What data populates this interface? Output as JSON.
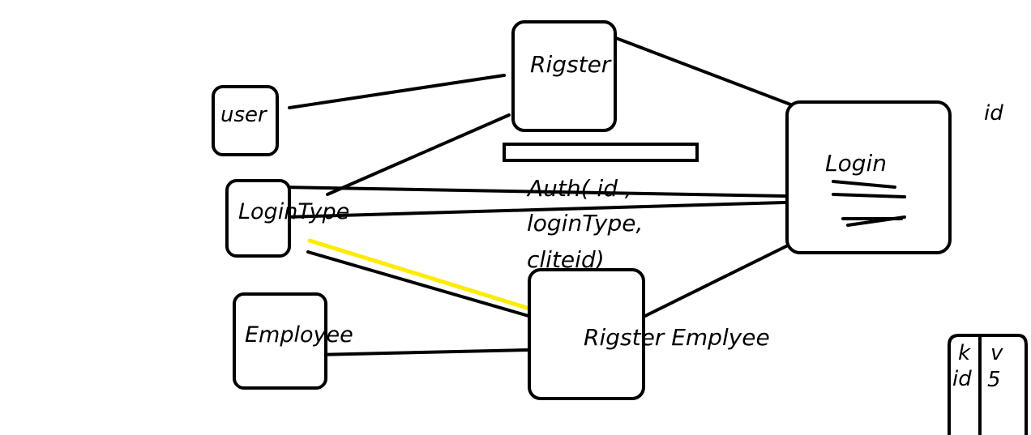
{
  "diagram": {
    "colors": {
      "ink": "#000000",
      "highlight": "#ffeb00",
      "background": "#ffffff"
    },
    "nodes": {
      "rigster": "Rigster",
      "user": "user",
      "login": "Login",
      "login_type": "LoginType",
      "employee": "Employee",
      "rigster_employee": "Rigster Emplyee"
    },
    "annotations": {
      "auth_line1": "Auth( id ,",
      "auth_line2": "loginType,",
      "auth_line3": "cliteid)",
      "login_id": "id"
    },
    "kv_table": {
      "key_header": "k",
      "value_header": "v",
      "key_cell": "id",
      "value_cell": "5"
    }
  }
}
